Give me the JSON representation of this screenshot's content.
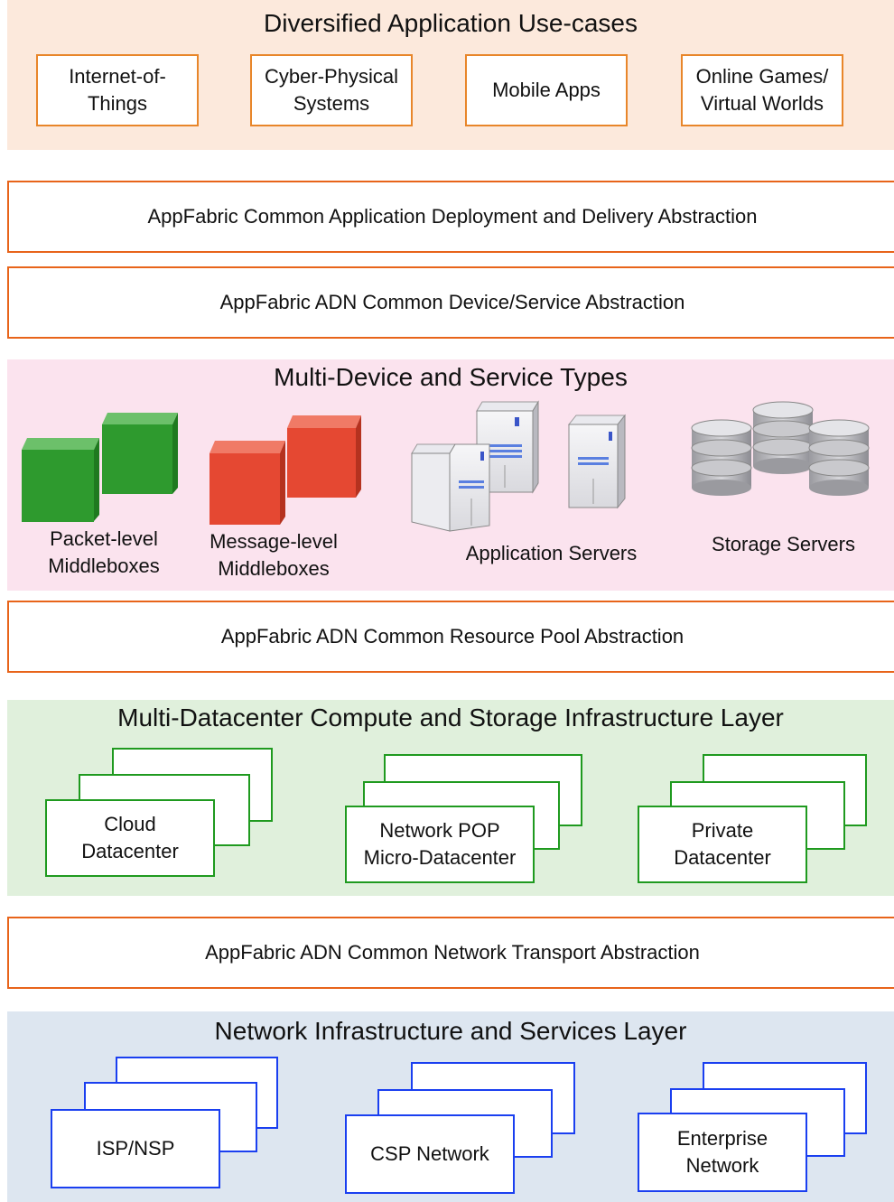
{
  "use_cases": {
    "title": "Diversified Application Use-cases",
    "items": [
      {
        "label": "Internet-of-\nThings"
      },
      {
        "label": "Cyber-Physical\nSystems"
      },
      {
        "label": "Mobile Apps"
      },
      {
        "label": "Online Games/\nVirtual Worlds"
      }
    ]
  },
  "abstractions": {
    "deployment": "AppFabric Common Application Deployment and Delivery Abstraction",
    "device_service": "AppFabric ADN Common Device/Service Abstraction",
    "resource_pool": "AppFabric ADN Common Resource Pool Abstraction",
    "network_transport": "AppFabric ADN Common Network Transport Abstraction"
  },
  "device_types": {
    "title": "Multi-Device and Service Types",
    "packet": "Packet-level\nMiddleboxes",
    "message": "Message-level\nMiddleboxes",
    "app_servers": "Application Servers",
    "storage_servers": "Storage Servers"
  },
  "datacenter_layer": {
    "title": "Multi-Datacenter Compute and Storage Infrastructure Layer",
    "items": [
      {
        "label": "Cloud\nDatacenter"
      },
      {
        "label": "Network POP\nMicro-Datacenter"
      },
      {
        "label": "Private\nDatacenter"
      }
    ]
  },
  "network_layer": {
    "title": "Network Infrastructure and Services Layer",
    "items": [
      {
        "label": "ISP/NSP"
      },
      {
        "label": "CSP Network"
      },
      {
        "label": "Enterprise\nNetwork"
      }
    ]
  },
  "colors": {
    "use_case_bg": "#fce9dc",
    "use_case_border": "#e8862a",
    "layer_border": "#e8641a",
    "device_bg": "#fbe3ee",
    "datacenter_bg": "#e0f0dc",
    "datacenter_border": "#1f9a1f",
    "network_bg": "#dde6f0",
    "network_border": "#1a3ff0",
    "green_cube": "#2e9a2e",
    "red_cube": "#e54832"
  }
}
